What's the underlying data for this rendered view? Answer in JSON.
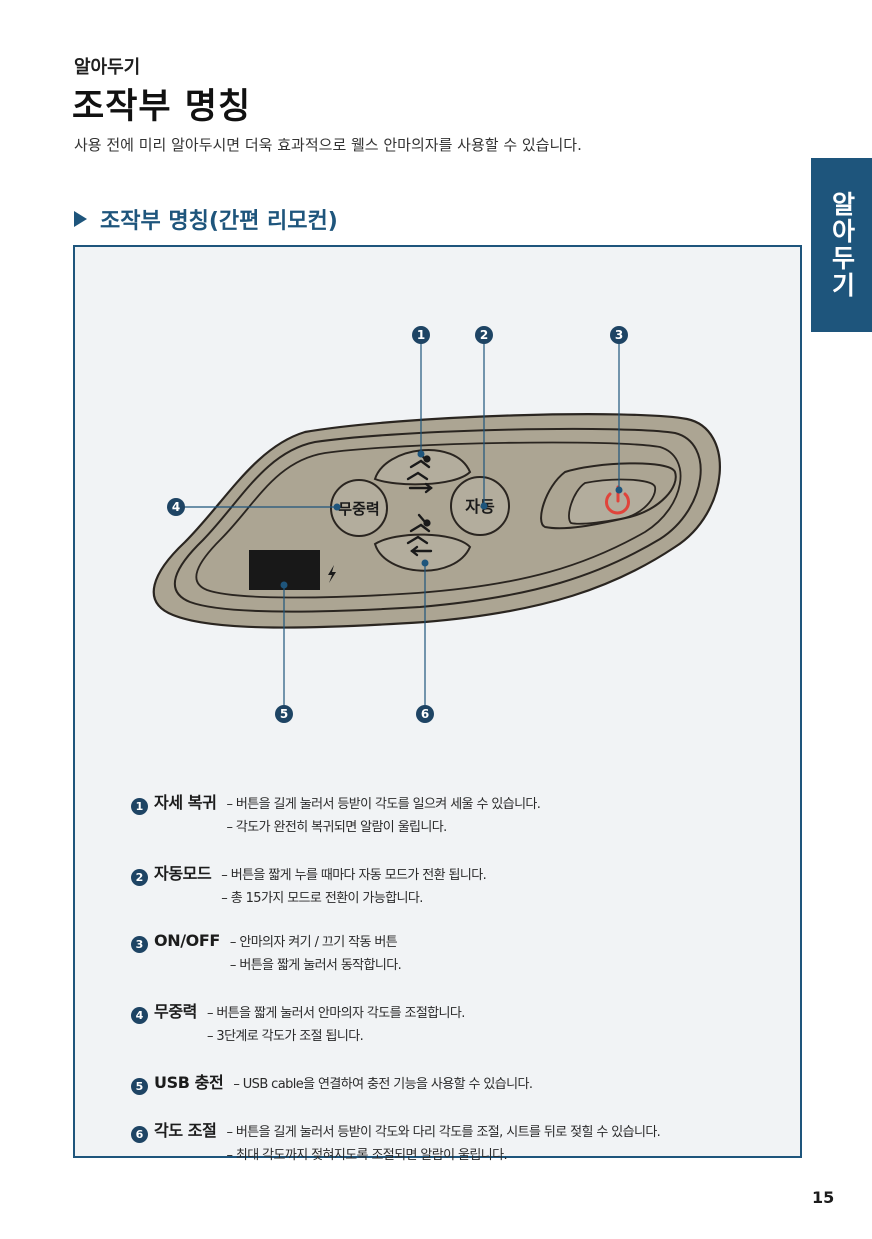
{
  "header": {
    "kicker": "알아두기",
    "title": "조작부 명칭",
    "intro": "사용 전에 미리 알아두시면 더욱 효과적으로 웰스 안마의자를 사용할 수 있습니다."
  },
  "side_tab": {
    "label": "알아두기"
  },
  "section": {
    "title": "조작부 명칭(간편 리모컨)"
  },
  "remote": {
    "zero_gravity_label": "무중력",
    "auto_label": "자동",
    "colors": {
      "body": "#aca593",
      "outline": "#2a2520",
      "power": "#e0443b",
      "display": "#181818",
      "leader": "#1e557c"
    }
  },
  "callouts": [
    "1",
    "2",
    "3",
    "4",
    "5",
    "6"
  ],
  "descriptions": [
    {
      "num": "1",
      "name": "자세 복귀",
      "lines": [
        "– 버튼을 길게 눌러서 등받이 각도를 일으켜 세울 수 있습니다.",
        "– 각도가 완전히 복귀되면 알람이 울립니다."
      ]
    },
    {
      "num": "2",
      "name": "자동모드",
      "lines": [
        "– 버튼을 짧게 누를 때마다 자동 모드가 전환 됩니다.",
        "– 총 15가지 모드로 전환이 가능합니다."
      ]
    },
    {
      "num": "3",
      "name": "ON/OFF",
      "lines": [
        "– 안마의자 켜기 / 끄기 작동 버튼",
        "– 버튼을 짧게 눌러서 동작합니다."
      ]
    },
    {
      "num": "4",
      "name": "무중력",
      "lines": [
        "– 버튼을 짧게 눌러서 안마의자 각도를 조절합니다.",
        "– 3단계로 각도가 조절 됩니다."
      ]
    },
    {
      "num": "5",
      "name": "USB 충전",
      "lines": [
        "– USB cable을 연결하여 충전 기능을 사용할 수 있습니다."
      ]
    },
    {
      "num": "6",
      "name": "각도 조절",
      "lines": [
        "– 버튼을 길게 눌러서 등받이 각도와 다리 각도를 조절, 시트를 뒤로 젖힐 수 있습니다.",
        "– 최대 각도까지 젖혀지도록 조절되면 알람이 울립니다."
      ]
    }
  ],
  "footer": {
    "page_number": "15"
  }
}
